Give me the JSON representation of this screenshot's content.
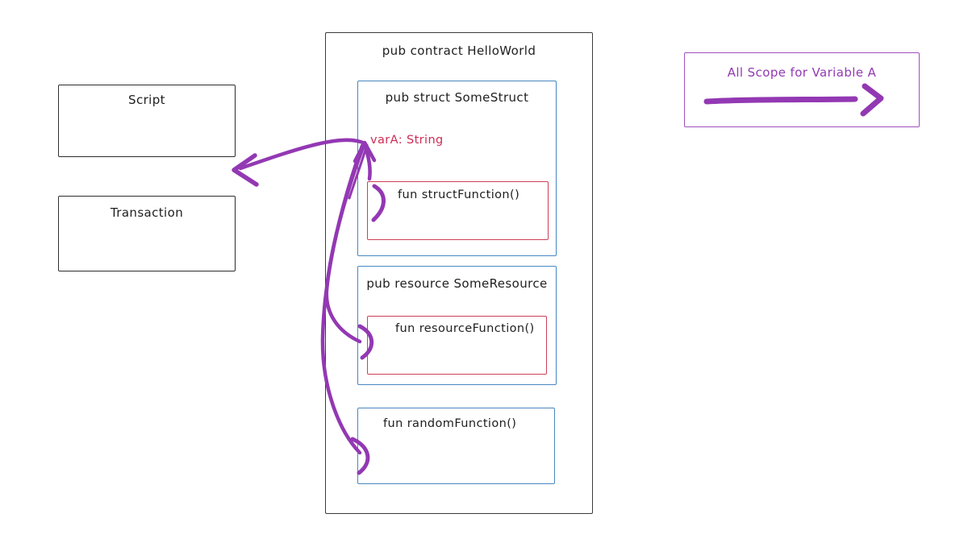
{
  "palette": {
    "ink": "#1e1e1e",
    "black_box_border": "#2d2d2d",
    "blue_box_border": "#4787c0",
    "red_box_border": "#ce3f57",
    "red_field_text": "#d02b56",
    "purple_accent": "#9338b3"
  },
  "shapes": {
    "script": {
      "label": "Script"
    },
    "transaction": {
      "label": "Transaction"
    },
    "contract": {
      "title": "pub contract HelloWorld"
    },
    "some_struct": {
      "title": "pub struct SomeStruct",
      "field_varA": "varA: String"
    },
    "struct_function": {
      "label": "fun structFunction()"
    },
    "some_resource": {
      "title": "pub resource SomeResource"
    },
    "resource_function": {
      "label": "fun resourceFunction()"
    },
    "random_function": {
      "label": "fun randomFunction()"
    },
    "legend": {
      "title": "All Scope for Variable A"
    }
  },
  "arrows": {
    "to_script_transaction": "varA scope to Script and Transaction",
    "to_struct_function": "varA scope to structFunction",
    "to_resource_function": "varA scope to resourceFunction",
    "to_random_function": "varA scope to randomFunction",
    "legend_sample": "scope arrow legend sample"
  }
}
